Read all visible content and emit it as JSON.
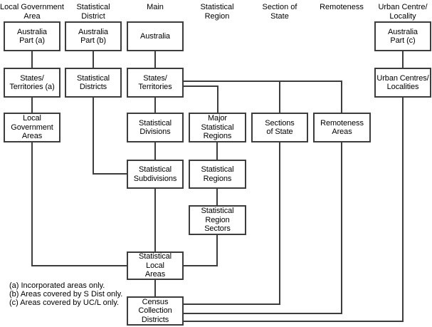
{
  "diagram": {
    "title": "geographical-classification-structure",
    "columns": [
      {
        "header": "Local Government\nArea"
      },
      {
        "header": "Statistical\nDistrict"
      },
      {
        "header": "Main"
      },
      {
        "header": "Statistical\nRegion"
      },
      {
        "header": "Section of\nState"
      },
      {
        "header": "Remoteness"
      },
      {
        "header": "Urban Centre/\nLocality"
      }
    ],
    "nodes": {
      "australia_part_a": "Australia\nPart (a)",
      "australia_part_b": "Australia\nPart (b)",
      "australia": "Australia",
      "australia_part_c": "Australia\nPart (c)",
      "states_territories_a": "States/\nTerritories (a)",
      "statistical_districts": "Statistical\nDistricts",
      "states_territories": "States/\nTerritories",
      "urban_centres_localities": "Urban Centres/\nLocalities",
      "local_government_areas": "Local\nGovernment\nAreas",
      "statistical_divisions": "Statistical\nDivisions",
      "major_statistical_regions": "Major\nStatistical\nRegions",
      "sections_of_state": "Sections\nof State",
      "remoteness_areas": "Remoteness\nAreas",
      "statistical_subdivisions": "Statistical\nSubdivisions",
      "statistical_regions": "Statistical\nRegions",
      "statistical_region_sectors": "Statistical\nRegion\nSectors",
      "statistical_local_areas": "Statistical\nLocal\nAreas",
      "census_collection_districts": "Census\nCollection\nDistricts"
    },
    "footnotes": [
      "(a) Incorporated areas only.",
      "(b) Areas covered by S Dist only.",
      "(c) Areas covered by UC/L only."
    ],
    "colors": {
      "line": "#3d3d3d",
      "text": "#000000",
      "background": "#ffffff"
    }
  }
}
